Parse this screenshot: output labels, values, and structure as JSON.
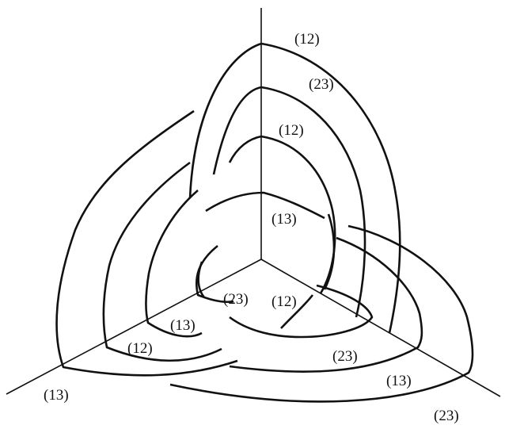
{
  "labels": {
    "l1": "(12)",
    "l2": "(23)",
    "l3": "(12)",
    "l4": "(13)",
    "l5": "(23)",
    "l6": "(12)",
    "l7": "(13)",
    "l8": "(12)",
    "l9": "(23)",
    "l10": "(13)",
    "l11": "(13)",
    "l12": "(23)"
  },
  "colors": {
    "ink": "#111111",
    "background": "#ffffff"
  }
}
